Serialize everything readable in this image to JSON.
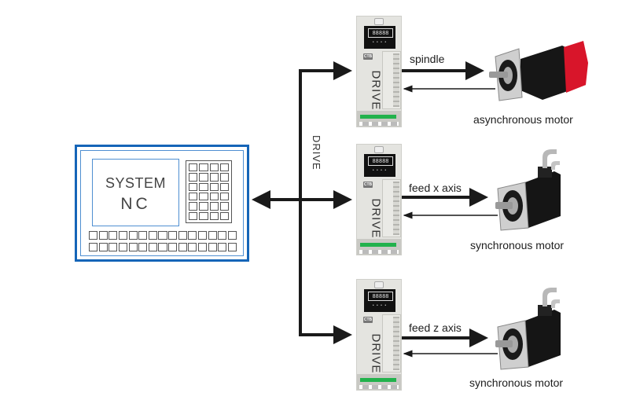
{
  "nc_system": {
    "line1": "SYSTEM",
    "line2": "NC",
    "keypad": {
      "rows": 6,
      "cols": 4
    },
    "key_rows": 2,
    "keys_per_row": 15,
    "border_color": "#1565b8"
  },
  "bus_label": "DRIVE",
  "drives": [
    {
      "label": "DRIVE",
      "brand": "CTB",
      "display": "88888",
      "leds": "• • • •"
    },
    {
      "label": "DRIVE",
      "brand": "CTB",
      "display": "88888",
      "leds": "• • • •"
    },
    {
      "label": "DRIVE",
      "brand": "CTB",
      "display": "88888",
      "leds": "• • • •"
    }
  ],
  "channels": [
    {
      "signal": "spindle",
      "motor_type": "asynchronous motor",
      "motor_icon": "spindle-motor-icon"
    },
    {
      "signal": "feed x axis",
      "motor_type": "synchronous motor",
      "motor_icon": "servo-motor-icon"
    },
    {
      "signal": "feed z axis",
      "motor_type": "synchronous motor",
      "motor_icon": "servo-motor-icon"
    }
  ],
  "colors": {
    "arrow": "#1a1a1a",
    "panel_blue": "#1565b8",
    "motor_body": "#141414",
    "spindle_accent": "#d8152a",
    "terminal_green": "#22b24c"
  }
}
